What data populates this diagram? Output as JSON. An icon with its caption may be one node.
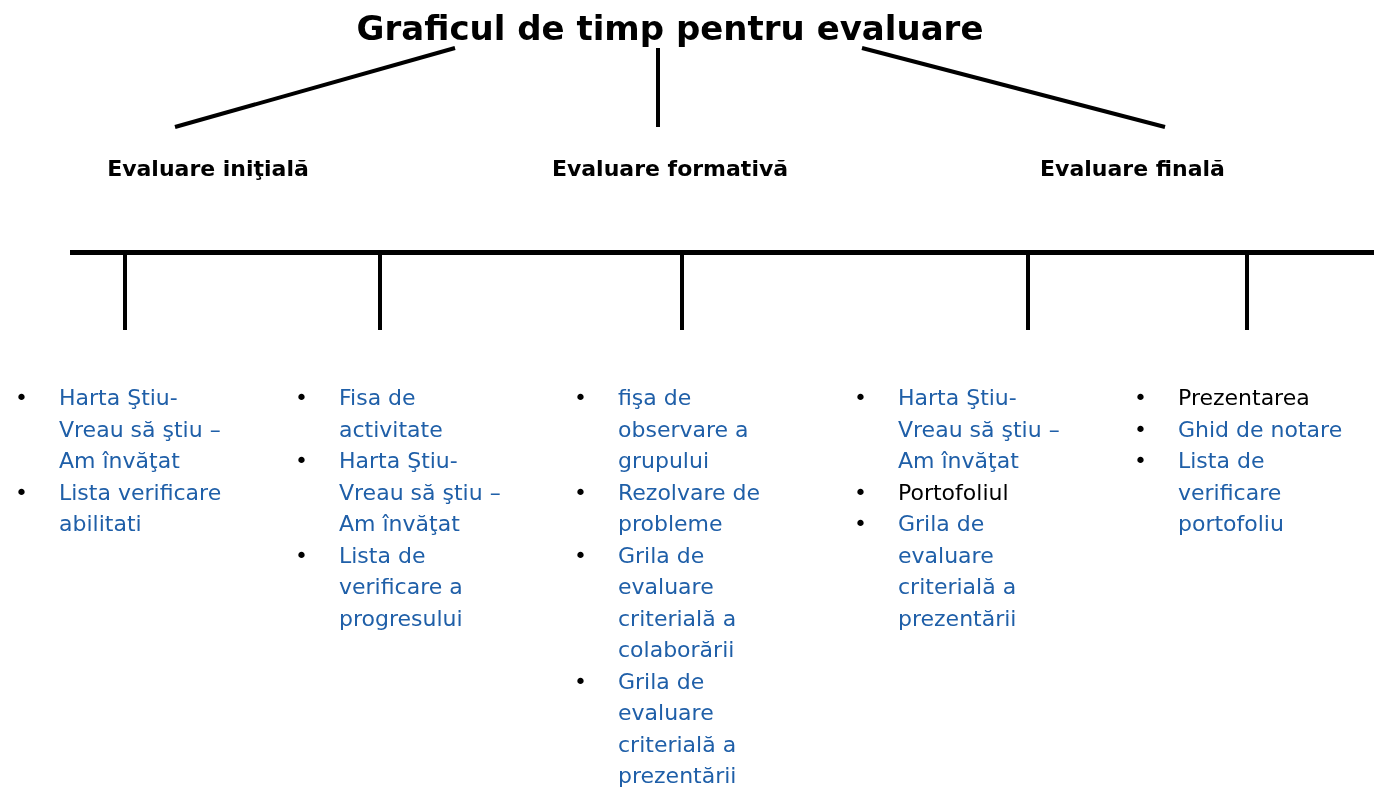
{
  "diagram": {
    "nodes": [
      {
        "text": [
          "Graficul de timp pentru evaluare"
        ]
      },
      {
        "text": [
          "Evaluare iniţială"
        ]
      },
      {
        "text": [
          "Evaluare formativă"
        ]
      },
      {
        "text": [
          "Evaluare finală"
        ]
      },
      {
        "text": [],
        "shape": "bar"
      },
      {
        "text": [
          "• Harta Ştiu-Vreau să ştiu – Am învăţat",
          "• Lista verificare abilitati"
        ]
      },
      {
        "text": [
          "• Fisa de activitate",
          "• Harta Ştiu-Vreau să ştiu – Am învăţat",
          "• Lista de verificare a progresului"
        ]
      },
      {
        "text": [
          "• fişa de observare a grupului",
          "• Rezolvare de probleme",
          "• Grila de evaluare criterială a colaborării",
          "• Grila de evaluare criterială a prezentării"
        ]
      },
      {
        "text": [
          "• Harta Ştiu-Vreau să ştiu – Am învăţat",
          "• Portofoliul",
          "• Grila de evaluare criterială a prezentării"
        ]
      },
      {
        "text": [
          "• Prezentarea",
          "• Ghid de notare",
          "• Lista de verificare portofoliu"
        ]
      }
    ],
    "edges": [
      {
        "from": 0,
        "to": 1,
        "arrow": "none"
      },
      {
        "from": 0,
        "to": 2,
        "arrow": "none"
      },
      {
        "from": 0,
        "to": 3,
        "arrow": "none"
      },
      {
        "from": 4,
        "to": 5,
        "arrow": "none"
      },
      {
        "from": 4,
        "to": 6,
        "arrow": "none"
      },
      {
        "from": 4,
        "to": 7,
        "arrow": "none"
      },
      {
        "from": 4,
        "to": 8,
        "arrow": "none"
      },
      {
        "from": 4,
        "to": 9,
        "arrow": "none"
      }
    ]
  }
}
